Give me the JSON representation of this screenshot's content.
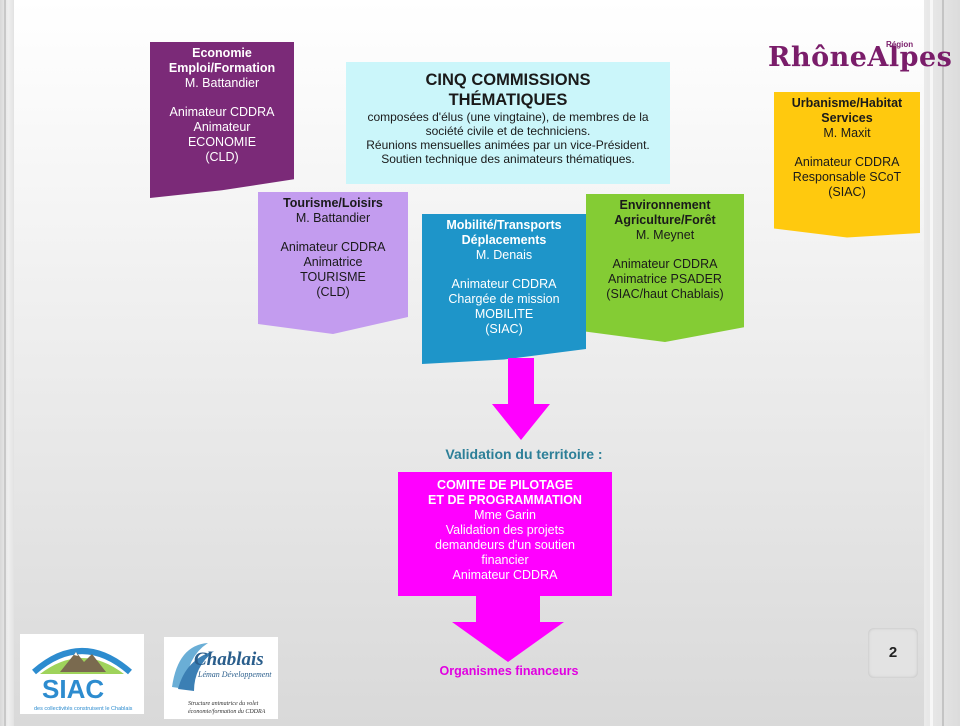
{
  "header": {
    "title_line1": "CINQ COMMISSIONS",
    "title_line2": "THÉMATIQUES",
    "subtitle_lines": [
      "composées d'élus (une vingtaine), de membres de la",
      "société civile et de techniciens.",
      "Réunions mensuelles animées par un vice-Président.",
      "Soutien technique des animateurs thématiques."
    ]
  },
  "commissions": {
    "economie": {
      "title_lines": [
        "Economie",
        "Emploi/Formation"
      ],
      "lead": "M. Battandier",
      "staff_lines": [
        "Animateur CDDRA",
        "Animateur",
        "ECONOMIE",
        "(CLD)"
      ],
      "color": "#7b2a78"
    },
    "tourisme": {
      "title_lines": [
        "Tourisme/Loisirs"
      ],
      "lead": "M. Battandier",
      "staff_lines": [
        "Animateur CDDRA",
        "Animatrice",
        "TOURISME",
        "(CLD)"
      ],
      "color": "#c39cef"
    },
    "mobilite": {
      "title_lines": [
        "Mobilité/Transports",
        "Déplacements"
      ],
      "lead": "M. Denais",
      "staff_lines": [
        "Animateur CDDRA",
        "Chargée de mission",
        "MOBILITE",
        "(SIAC)"
      ],
      "color": "#1e95c9"
    },
    "environnement": {
      "title_lines": [
        "Environnement",
        "Agriculture/Forêt"
      ],
      "lead": "M. Meynet",
      "staff_lines": [
        "Animateur CDDRA",
        "Animatrice PSADER",
        "(SIAC/haut Chablais)"
      ],
      "color": "#84cc34"
    },
    "urbanisme": {
      "title_lines": [
        "Urbanisme/Habitat",
        "Services"
      ],
      "lead": "M. Maxit",
      "staff_lines": [
        "Animateur CDDRA",
        "Responsable SCoT",
        "(SIAC)"
      ],
      "color": "#ffc90e"
    }
  },
  "validation": {
    "label": "Validation du territoire :",
    "box": {
      "title_lines": [
        "COMITE DE PILOTAGE",
        "ET DE PROGRAMMATION"
      ],
      "lines": [
        "Mme Garin",
        "Validation des projets",
        "demandeurs d'un soutien",
        "financier",
        "Animateur CDDRA"
      ],
      "color": "#ff00ff"
    }
  },
  "footer": {
    "organismes": "Organismes financeurs",
    "page_number": "2"
  },
  "logos": {
    "rhone_alpes": {
      "word": "RhôneAlpes",
      "region": "Région"
    },
    "siac": {
      "name": "SIAC",
      "tagline": "des collectivités construisent le Chablais"
    },
    "chablais": {
      "name": "Chablais",
      "tagline": "Léman Développement",
      "subtagline_lines": [
        "Structure animatrice du volet",
        "économie/formation du CDDRA"
      ]
    }
  },
  "colors": {
    "arrow": "#ff00ff",
    "validation_text": "#2c7f98",
    "organismes_text": "#e100e1",
    "rhone_alpes": "#7a1d6a"
  }
}
